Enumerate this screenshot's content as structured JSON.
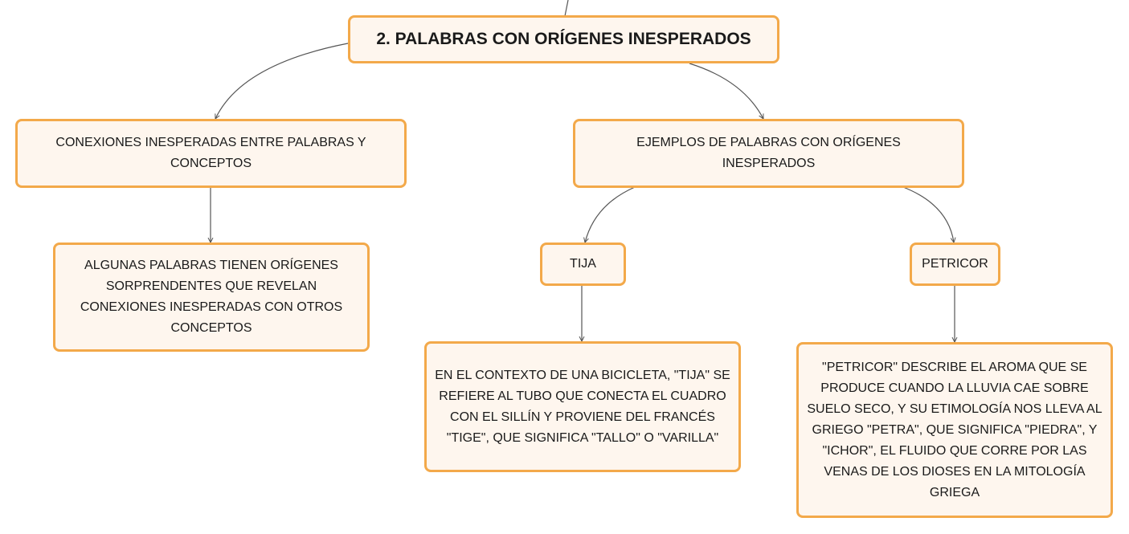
{
  "nodes": {
    "root": "2. PALABRAS CON ORÍGENES INESPERADOS",
    "connections": "CONEXIONES INESPERADAS ENTRE PALABRAS Y CONCEPTOS",
    "connections_detail": "ALGUNAS PALABRAS TIENEN ORÍGENES SORPRENDENTES QUE REVELAN CONEXIONES INESPERADAS CON OTROS CONCEPTOS",
    "examples": "EJEMPLOS DE PALABRAS CON ORÍGENES INESPERADOS",
    "tija": "TIJA",
    "tija_detail": "EN EL CONTEXTO DE UNA BICICLETA, \"TIJA\" SE REFIERE AL TUBO QUE CONECTA EL CUADRO CON EL SILLÍN Y PROVIENE DEL FRANCÉS \"TIGE\", QUE SIGNIFICA \"TALLO\" O \"VARILLA\"",
    "petricor": "PETRICOR",
    "petricor_detail": "\"PETRICOR\" DESCRIBE EL AROMA QUE SE PRODUCE CUANDO LA LLUVIA CAE SOBRE SUELO SECO, Y SU ETIMOLOGÍA NOS LLEVA AL GRIEGO \"PETRA\", QUE SIGNIFICA \"PIEDRA\", Y \"ICHOR\", EL FLUIDO QUE CORRE POR LAS VENAS DE LOS DIOSES EN LA MITOLOGÍA GRIEGA"
  },
  "colors": {
    "node_fill": "#fef6ee",
    "node_border": "#f3a94a",
    "connector": "#555555"
  }
}
